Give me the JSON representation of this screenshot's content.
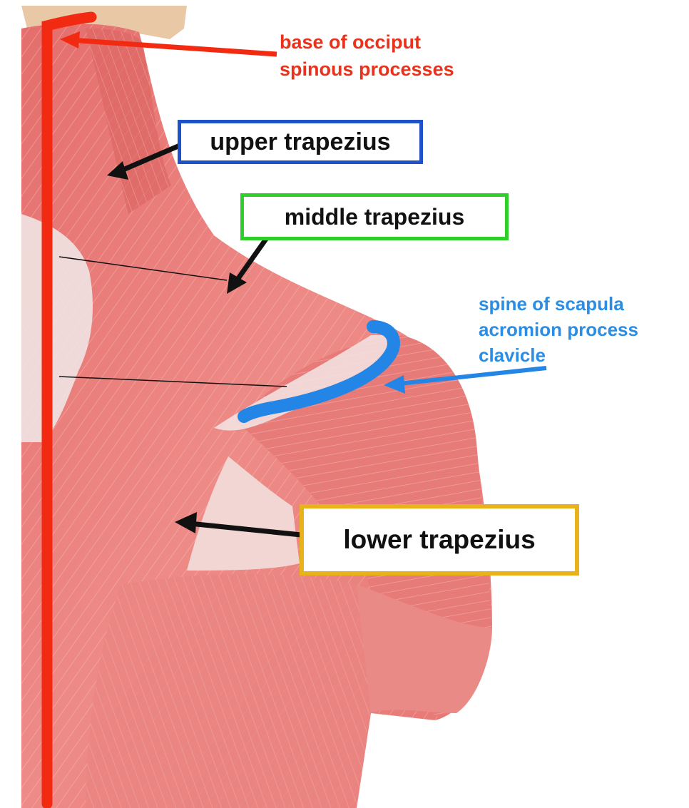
{
  "labels": {
    "occiput": [
      "base of occiput",
      "spinous processes"
    ],
    "upper": "upper trapezius",
    "middle": "middle trapezius",
    "lower": "lower trapezius",
    "spine": [
      "spine of scapula",
      "acromion process",
      "clavicle"
    ]
  },
  "colors": {
    "occiput_text": "#e8321b",
    "spine_text": "#2b8de3",
    "upper_border": "#1f52c9",
    "middle_border": "#2fcf2a",
    "lower_border": "#e8b21a",
    "midline": "#f22a12",
    "scapula_marker": "#2386e6",
    "muscle": "#e87f7c",
    "arrow": "#111111"
  },
  "icons": {
    "anatomy": "trapezius-muscle-illustration",
    "pointer": "arrow-pointer"
  }
}
